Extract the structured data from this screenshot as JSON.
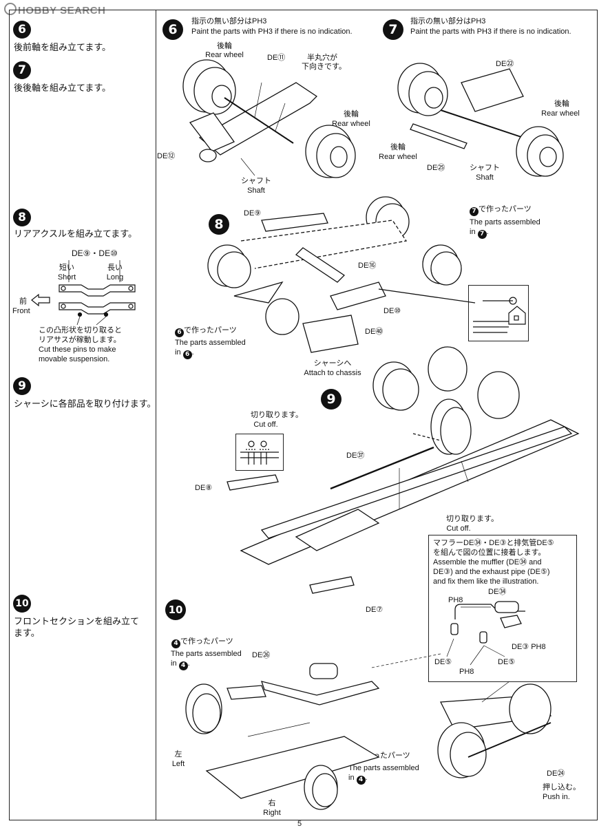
{
  "header": {
    "logo_text": "HOBBY SEARCH"
  },
  "page_number": "5",
  "left_column": {
    "step6": {
      "num": "6",
      "text": "後前軸を組み立てます。"
    },
    "step7": {
      "num": "7",
      "text": "後後軸を組み立てます。"
    },
    "step8": {
      "num": "8",
      "text": "リアアクスルを組み立てます。",
      "parts_label": "DE⑨・DE⑩",
      "short_jp": "短い",
      "short_en": "Short",
      "long_jp": "長い",
      "long_en": "Long",
      "front_jp": "前",
      "front_en": "Front",
      "note_jp_1": "この凸形状を切り取ると",
      "note_jp_2": "リアサスが稼動します。",
      "note_en_1": "Cut these pins to make",
      "note_en_2": "movable suspension."
    },
    "step9": {
      "num": "9",
      "text": "シャーシに各部品を取り付けます。"
    },
    "step10": {
      "num": "10",
      "text_1": "フロントセクションを組み立て",
      "text_2": "ます。"
    }
  },
  "step6_panel": {
    "num": "6",
    "instr_jp": "指示の無い部分はPH3",
    "instr_en": "Paint the parts with PH3 if there is no indication.",
    "rear_wheel_jp_1": "後輪",
    "rear_wheel_en_1": "Rear wheel",
    "de11": "DE⑪",
    "hole_jp_1": "半丸穴が",
    "hole_jp_2": "下向きです。",
    "rear_wheel_jp_2": "後輪",
    "rear_wheel_en_2": "Rear wheel",
    "de12": "DE⑫",
    "shaft_jp": "シャフト",
    "shaft_en": "Shaft"
  },
  "step7_panel": {
    "num": "7",
    "instr_jp": "指示の無い部分はPH3",
    "instr_en": "Paint the parts with PH3 if there is no indication.",
    "de22": "DE㉒",
    "rear_wheel_jp_1": "後輪",
    "rear_wheel_en_1": "Rear wheel",
    "rear_wheel_jp_2": "後輪",
    "rear_wheel_en_2": "Rear wheel",
    "de25": "DE㉕",
    "shaft_jp": "シャフト",
    "shaft_en": "Shaft"
  },
  "step8_panel": {
    "num": "8",
    "de9": "DE⑨",
    "made7_jp": "で作ったパーツ",
    "made7_en_1": "The parts assembled",
    "made7_en_2": "in",
    "made7_num": "7",
    "de16": "DE⑯",
    "de10": "DE⑩",
    "de40": "DE㊵",
    "made6_jp": "で作ったパーツ",
    "made6_en_1": "The parts assembled",
    "made6_en_2": "in",
    "made6_num": "6",
    "attach_jp": "シャーシへ",
    "attach_en": "Attach to chassis"
  },
  "step9_panel": {
    "num": "9",
    "cut_jp_1": "切り取ります。",
    "cut_en_1": "Cut off.",
    "de37": "DE㊲",
    "de8": "DE⑧",
    "cut_jp_2": "切り取ります。",
    "cut_en_2": "Cut off.",
    "de7": "DE⑦"
  },
  "muffler_note": {
    "jp_1": "マフラーDE㉞・DE③と排気管DE⑤",
    "jp_2": "を組んで図の位置に接着します。",
    "en_1": "Assemble the muffler (DE㉞ and",
    "en_2": "DE③) and the exhaust pipe (DE⑤)",
    "en_3": "and fix  them like the illustration.",
    "ph8_a": "PH8",
    "de34": "DE㉞",
    "de3_ph8": "DE③ PH8",
    "de5_a": "DE⑤",
    "de5_b": "DE⑤",
    "ph8_b": "PH8"
  },
  "step10_panel": {
    "num": "10",
    "made4_jp_1": "で作ったパーツ",
    "made4_en_1a": "The parts assembled",
    "made4_en_1b": "in",
    "made4_num_1": "4",
    "de26": "DE㉖",
    "left_jp": "左",
    "left_en": "Left",
    "made4_jp_2": "で作ったパーツ",
    "made4_en_2a": "The parts assembled",
    "made4_en_2b": "in",
    "made4_num_2": "4",
    "right_jp": "右",
    "right_en": "Right",
    "de24": "DE㉔",
    "push_jp": "押し込む。",
    "push_en": "Push in."
  }
}
